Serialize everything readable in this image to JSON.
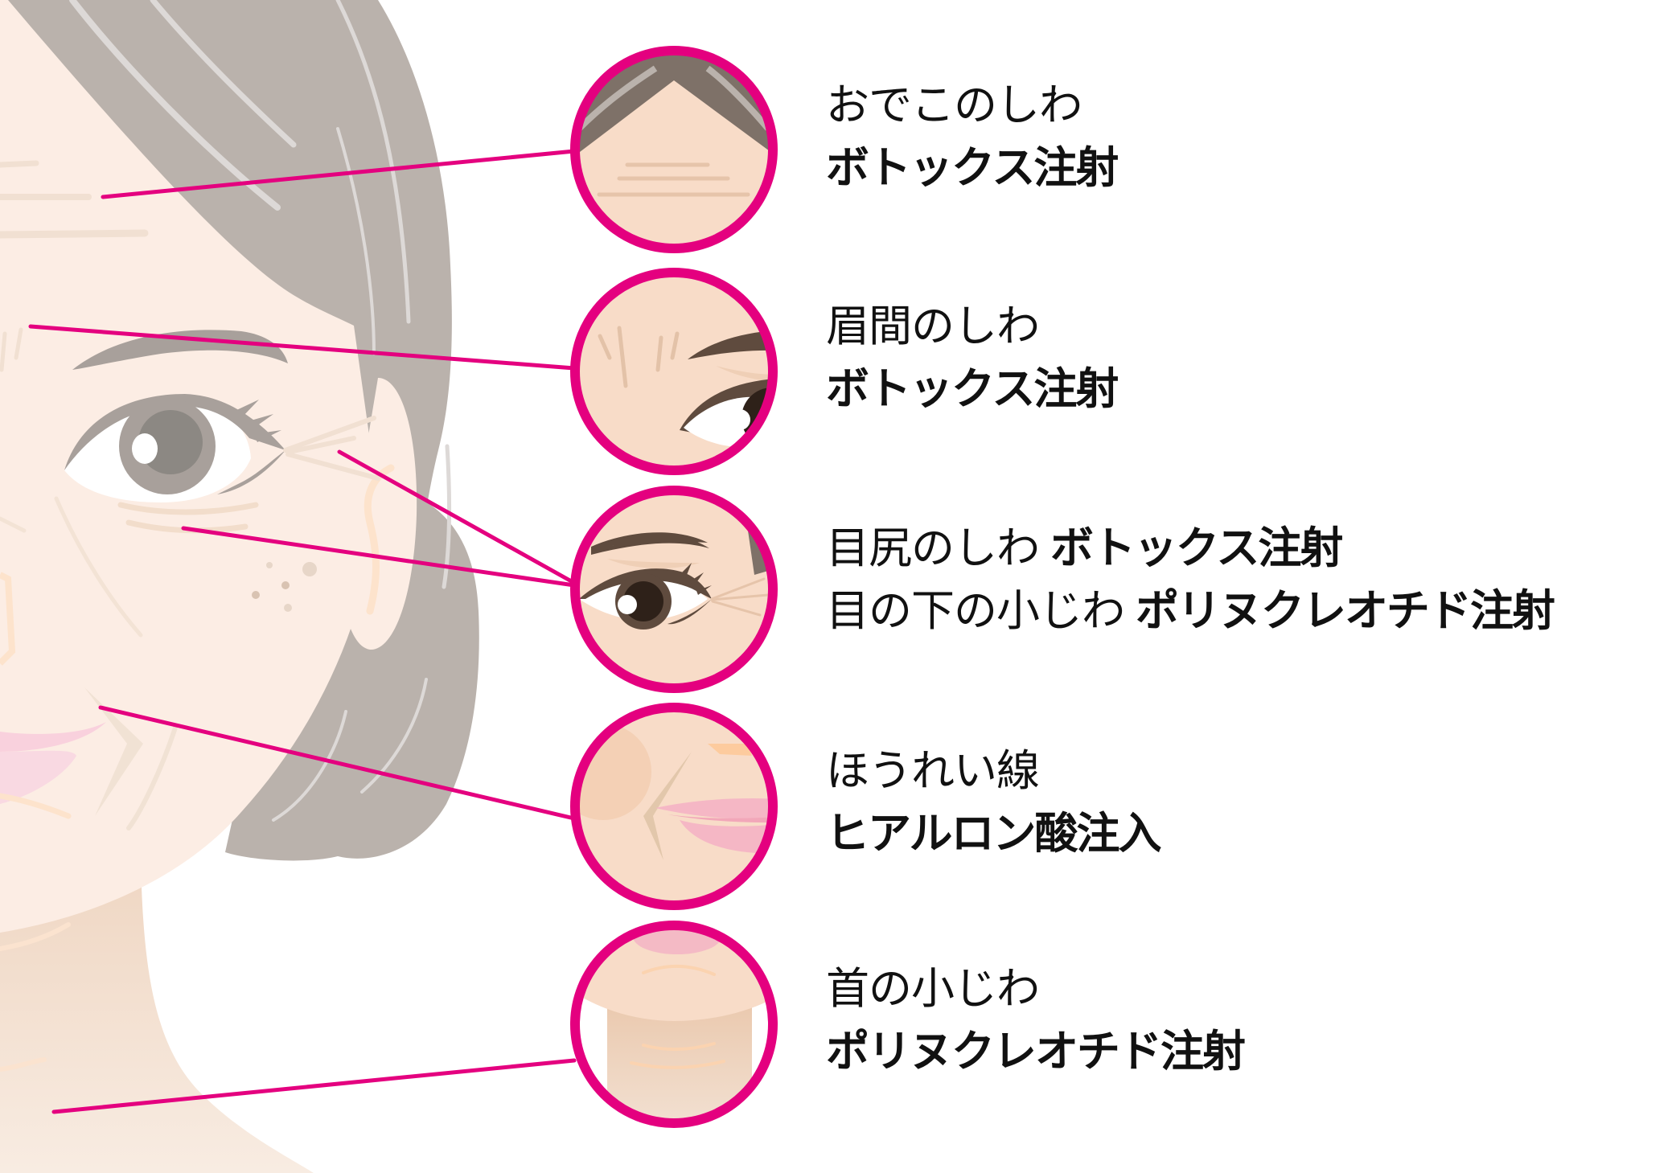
{
  "diagram": {
    "accent_color": "#E4007F",
    "skin_color": "#FCEDE4",
    "hair_color": "#BAB2AC",
    "zones": [
      {
        "id": "forehead",
        "area": "おでこのしわ",
        "treatment": "ボトックス注射",
        "layout": "stacked",
        "circle_icon": "forehead-wrinkles-closeup"
      },
      {
        "id": "glabella",
        "area": "眉間のしわ",
        "treatment": "ボトックス注射",
        "layout": "stacked",
        "circle_icon": "glabella-wrinkles-closeup"
      },
      {
        "id": "eyes",
        "layout": "inline",
        "lines": [
          {
            "area": "目尻のしわ",
            "treatment": "ボトックス注射"
          },
          {
            "area": "目の下の小じわ",
            "treatment": "ポリヌクレオチド注射"
          }
        ],
        "circle_icon": "eye-wrinkles-closeup"
      },
      {
        "id": "nasolabial",
        "area": "ほうれい線",
        "treatment": "ヒアルロン酸注入",
        "layout": "stacked",
        "circle_icon": "nasolabial-fold-closeup"
      },
      {
        "id": "neck",
        "area": "首の小じわ",
        "treatment": "ポリヌクレオチド注射",
        "layout": "stacked",
        "circle_icon": "neck-wrinkles-closeup"
      }
    ]
  }
}
